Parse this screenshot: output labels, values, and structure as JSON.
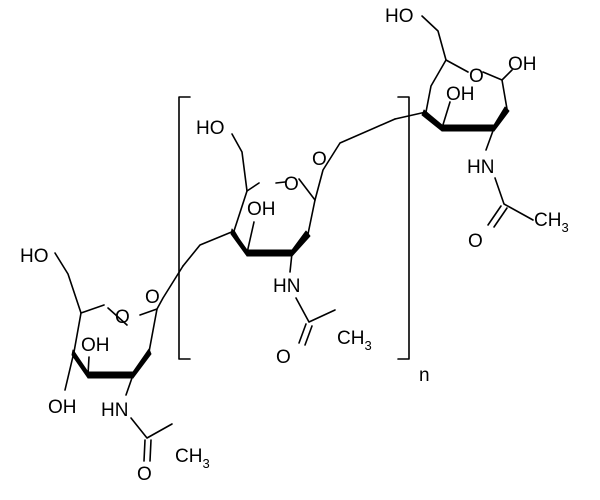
{
  "labels": {
    "hydroxyl_left": "HO",
    "hydroxyl_right": "OH",
    "ring_oxygen": "O",
    "carbonyl_oxygen": "O",
    "nh": "HN",
    "methyl": "CH",
    "methyl_subscript": "3",
    "repeat_index": "n"
  }
}
